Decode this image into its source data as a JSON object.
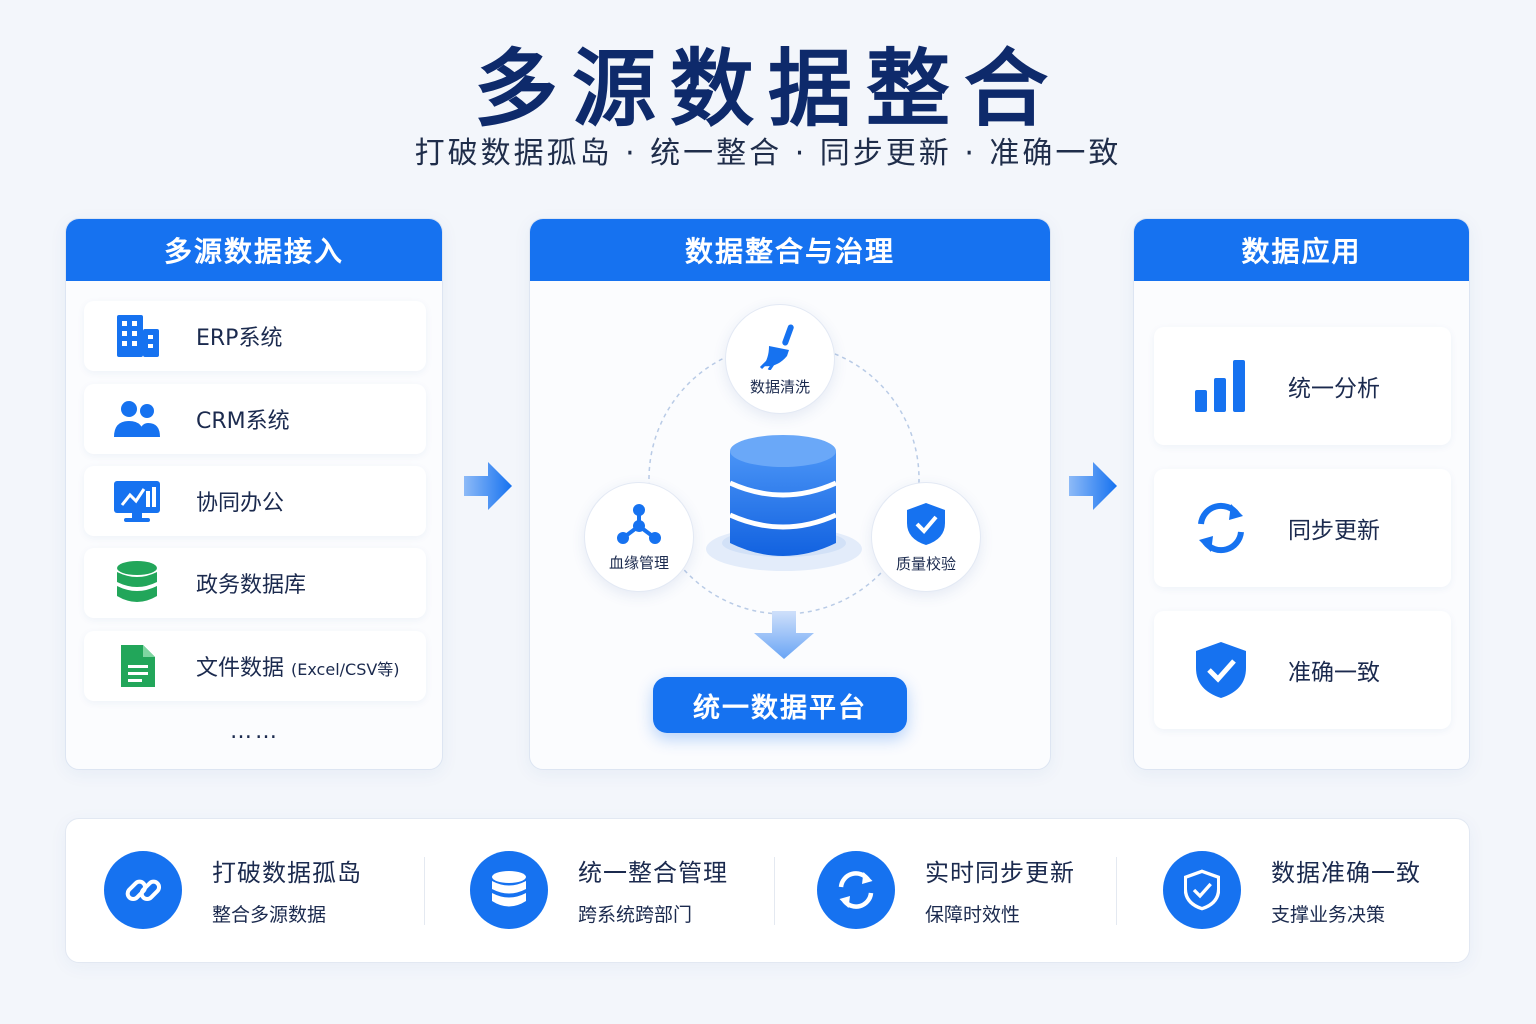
{
  "header": {
    "title": "多源数据整合",
    "subtitle": "打破数据孤岛 · 统一整合 · 同步更新 · 准确一致"
  },
  "sources": {
    "title": "多源数据接入",
    "items": [
      {
        "label": "ERP系统",
        "icon": "building-icon"
      },
      {
        "label": "CRM系统",
        "icon": "users-icon"
      },
      {
        "label": "协同办公",
        "icon": "monitor-chart-icon"
      },
      {
        "label": "政务数据库",
        "icon": "database-icon"
      },
      {
        "label": "文件数据",
        "note": "(Excel/CSV等)",
        "icon": "spreadsheet-icon"
      }
    ],
    "more": "……"
  },
  "integration": {
    "title": "数据整合与治理",
    "nodes": {
      "cleaning": "数据清洗",
      "lineage": "血缘管理",
      "quality": "质量校验"
    },
    "platform": "统一数据平台"
  },
  "applications": {
    "title": "数据应用",
    "items": [
      {
        "label": "统一分析",
        "icon": "bar-chart-icon"
      },
      {
        "label": "同步更新",
        "icon": "sync-icon"
      },
      {
        "label": "准确一致",
        "icon": "shield-check-icon"
      }
    ]
  },
  "features": [
    {
      "title": "打破数据孤岛",
      "desc": "整合多源数据",
      "icon": "link-icon"
    },
    {
      "title": "统一整合管理",
      "desc": "跨系统跨部门",
      "icon": "database-icon"
    },
    {
      "title": "实时同步更新",
      "desc": "保障时效性",
      "icon": "sync-icon"
    },
    {
      "title": "数据准确一致",
      "desc": "支撑业务决策",
      "icon": "shield-check-icon"
    }
  ],
  "colors": {
    "accent": "#1672f0",
    "title": "#0e2a6b",
    "green": "#22a65a"
  }
}
